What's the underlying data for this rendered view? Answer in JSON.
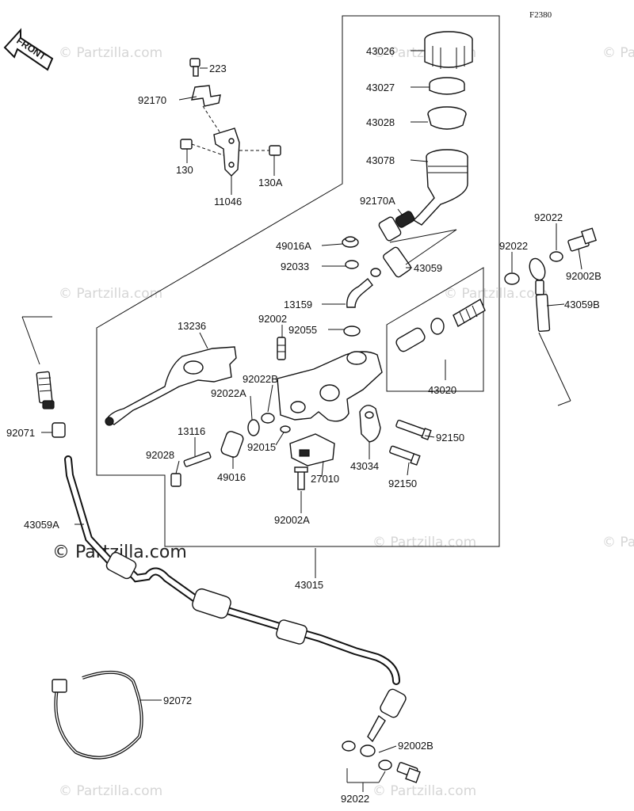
{
  "figure_code": "F2380",
  "direction_label": "FRONT",
  "watermarks": {
    "small": "© Partzilla.com",
    "large": "© Partzilla.com"
  },
  "parts": [
    {
      "id": "p-43026",
      "label": "43026"
    },
    {
      "id": "p-43027",
      "label": "43027"
    },
    {
      "id": "p-43028",
      "label": "43028"
    },
    {
      "id": "p-43078",
      "label": "43078"
    },
    {
      "id": "p-92170A",
      "label": "92170A"
    },
    {
      "id": "p-49016A",
      "label": "49016A"
    },
    {
      "id": "p-92033",
      "label": "92033"
    },
    {
      "id": "p-43059",
      "label": "43059"
    },
    {
      "id": "p-13159",
      "label": "13159"
    },
    {
      "id": "p-92002",
      "label": "92002"
    },
    {
      "id": "p-92055",
      "label": "92055"
    },
    {
      "id": "p-13236",
      "label": "13236"
    },
    {
      "id": "p-92022B",
      "label": "92022B"
    },
    {
      "id": "p-92022A",
      "label": "92022A"
    },
    {
      "id": "p-43020",
      "label": "43020"
    },
    {
      "id": "p-92150-a",
      "label": "92150"
    },
    {
      "id": "p-92150-b",
      "label": "92150"
    },
    {
      "id": "p-43034",
      "label": "43034"
    },
    {
      "id": "p-27010",
      "label": "27010"
    },
    {
      "id": "p-92002A",
      "label": "92002A"
    },
    {
      "id": "p-13116",
      "label": "13116"
    },
    {
      "id": "p-92028",
      "label": "92028"
    },
    {
      "id": "p-49016",
      "label": "49016"
    },
    {
      "id": "p-92015",
      "label": "92015"
    },
    {
      "id": "p-92071",
      "label": "92071"
    },
    {
      "id": "p-43059A",
      "label": "43059A"
    },
    {
      "id": "p-43015",
      "label": "43015"
    },
    {
      "id": "p-92072",
      "label": "92072"
    },
    {
      "id": "p-92002B-low",
      "label": "92002B"
    },
    {
      "id": "p-92022-low",
      "label": "92022"
    },
    {
      "id": "p-92022-r1",
      "label": "92022"
    },
    {
      "id": "p-92022-r2",
      "label": "92022"
    },
    {
      "id": "p-92002B-r",
      "label": "92002B"
    },
    {
      "id": "p-43059B",
      "label": "43059B"
    },
    {
      "id": "p-223",
      "label": "223"
    },
    {
      "id": "p-92170",
      "label": "92170"
    },
    {
      "id": "p-130",
      "label": "130"
    },
    {
      "id": "p-130A",
      "label": "130A"
    },
    {
      "id": "p-11046",
      "label": "11046"
    }
  ]
}
